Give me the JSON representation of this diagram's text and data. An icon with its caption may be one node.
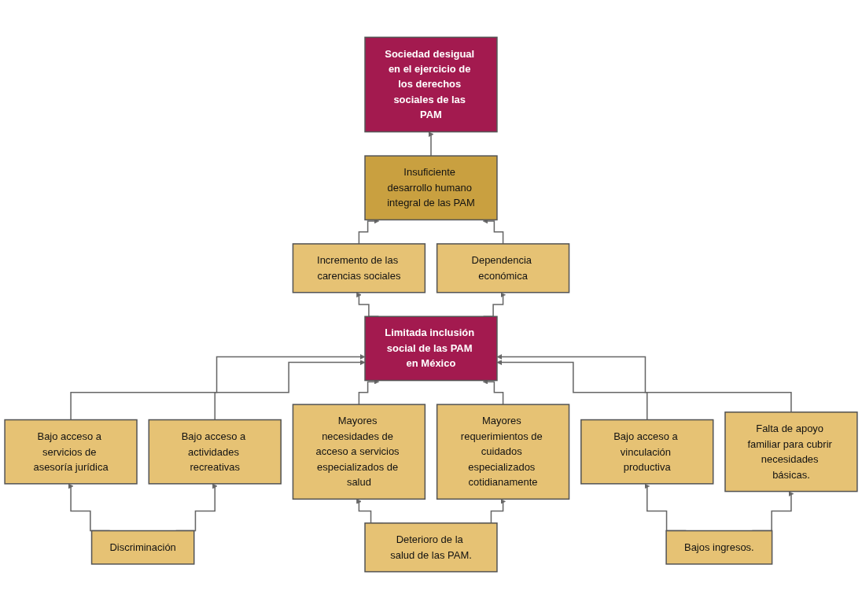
{
  "diagram": {
    "nodes": [
      {
        "text": [
          "Sociedad desigual en el ejercicio de los derechos sociales de las PAM"
        ]
      },
      {
        "text": [
          "Insuficiente desarrollo humano integral de las PAM"
        ]
      },
      {
        "text": [
          "Incremento de las carencias sociales"
        ]
      },
      {
        "text": [
          "Dependencia económica"
        ]
      },
      {
        "text": [
          "Limitada inclusión social de las PAM en México"
        ]
      },
      {
        "text": [
          "Bajo acceso a servicios de asesoría jurídica"
        ]
      },
      {
        "text": [
          "Bajo acceso a actividades recreativas"
        ]
      },
      {
        "text": [
          "Mayores necesidades de acceso a servicios especializados de salud"
        ]
      },
      {
        "text": [
          "Mayores requerimientos de cuidados especializados cotidianamente"
        ]
      },
      {
        "text": [
          "Bajo acceso a vinculación productiva"
        ]
      },
      {
        "text": [
          "Falta de apoyo familiar para cubrir necesidades básicas."
        ]
      },
      {
        "text": [
          "Discriminación"
        ]
      },
      {
        "text": [
          "Deterioro de la salud de las PAM."
        ]
      },
      {
        "text": [
          "Bajos ingresos."
        ]
      }
    ],
    "edges": [
      {
        "from": 1,
        "to": 0,
        "arrow": "to"
      },
      {
        "from": 2,
        "to": 1,
        "arrow": "to"
      },
      {
        "from": 3,
        "to": 1,
        "arrow": "to"
      },
      {
        "from": 4,
        "to": 2,
        "arrow": "to"
      },
      {
        "from": 4,
        "to": 3,
        "arrow": "to"
      },
      {
        "from": 5,
        "to": 4,
        "arrow": "to"
      },
      {
        "from": 6,
        "to": 4,
        "arrow": "to"
      },
      {
        "from": 7,
        "to": 4,
        "arrow": "to"
      },
      {
        "from": 8,
        "to": 4,
        "arrow": "to"
      },
      {
        "from": 9,
        "to": 4,
        "arrow": "to"
      },
      {
        "from": 10,
        "to": 4,
        "arrow": "to"
      },
      {
        "from": 11,
        "to": 5,
        "arrow": "to"
      },
      {
        "from": 11,
        "to": 6,
        "arrow": "to"
      },
      {
        "from": 12,
        "to": 7,
        "arrow": "to"
      },
      {
        "from": 12,
        "to": 8,
        "arrow": "to"
      },
      {
        "from": 13,
        "to": 9,
        "arrow": "to"
      },
      {
        "from": 13,
        "to": 10,
        "arrow": "to"
      }
    ]
  }
}
